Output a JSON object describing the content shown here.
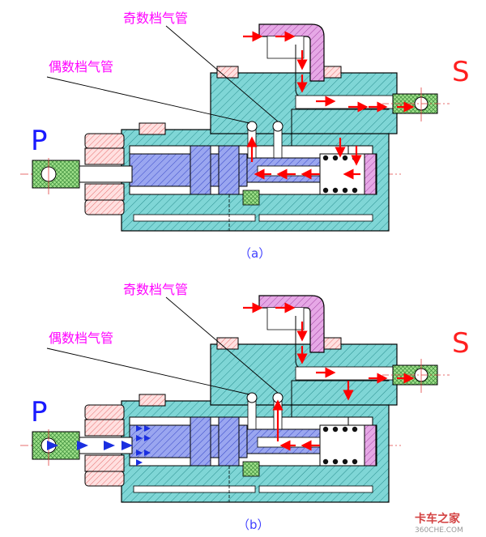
{
  "panels": [
    {
      "id": "a",
      "odd_label": "奇数档气管",
      "even_label": "偶数档气管",
      "p_label": "P",
      "s_label": "S",
      "caption": "（a）"
    },
    {
      "id": "b",
      "odd_label": "奇数档气管",
      "even_label": "偶数档气管",
      "p_label": "P",
      "s_label": "S",
      "caption": "（b）"
    }
  ],
  "watermark": {
    "brand": "卡车之家",
    "site": "360CHE.COM"
  },
  "colors": {
    "body_fill": "#7fd6d6",
    "hatch": "#2a8f8f",
    "piston_fill": "#9aa6f0",
    "inlet_fill": "#9fe08a",
    "elbow_fill": "#e6a8e6",
    "nut_fill": "#ffe0e0",
    "arrow_red": "#ff0000",
    "arrow_blue": "#1a2fe0",
    "label_magenta": "#ff00ff",
    "p_blue": "#1a1aff",
    "s_red": "#ff2020",
    "spring": "#111111"
  }
}
